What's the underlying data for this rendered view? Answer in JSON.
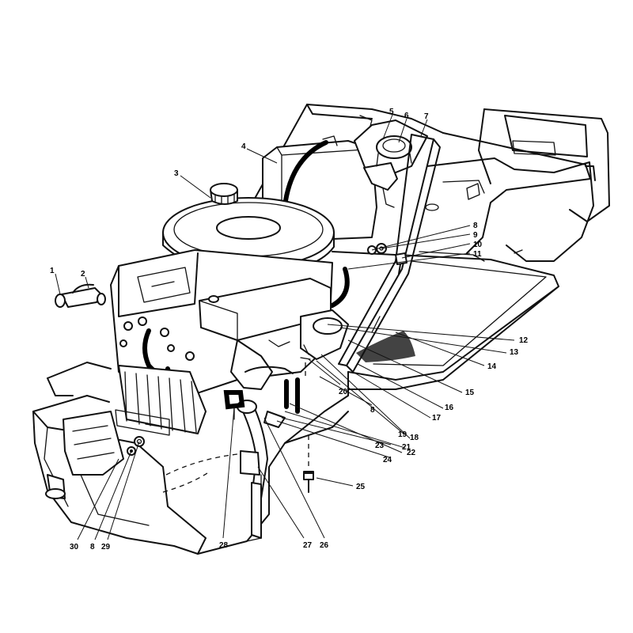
{
  "callouts": [
    {
      "id": "c1",
      "text": "1"
    },
    {
      "id": "c2",
      "text": "2"
    },
    {
      "id": "c3",
      "text": "3"
    },
    {
      "id": "c4",
      "text": "4"
    },
    {
      "id": "c5",
      "text": "5"
    },
    {
      "id": "c6",
      "text": "6"
    },
    {
      "id": "c7",
      "text": "7"
    },
    {
      "id": "c8a",
      "text": "8"
    },
    {
      "id": "c9",
      "text": "9"
    },
    {
      "id": "c10",
      "text": "10"
    },
    {
      "id": "c11",
      "text": "11"
    },
    {
      "id": "c12",
      "text": "12"
    },
    {
      "id": "c13",
      "text": "13"
    },
    {
      "id": "c14",
      "text": "14"
    },
    {
      "id": "c15",
      "text": "15"
    },
    {
      "id": "c16",
      "text": "16"
    },
    {
      "id": "c17",
      "text": "17"
    },
    {
      "id": "c18",
      "text": "18"
    },
    {
      "id": "c19",
      "text": "19"
    },
    {
      "id": "c20",
      "text": "20"
    },
    {
      "id": "c8b",
      "text": "8"
    },
    {
      "id": "c21",
      "text": "21"
    },
    {
      "id": "c22",
      "text": "22"
    },
    {
      "id": "c23",
      "text": "23"
    },
    {
      "id": "c24",
      "text": "24"
    },
    {
      "id": "c25",
      "text": "25"
    },
    {
      "id": "c26",
      "text": "26"
    },
    {
      "id": "c27",
      "text": "27"
    },
    {
      "id": "c28",
      "text": "28"
    },
    {
      "id": "c29",
      "text": "29"
    },
    {
      "id": "c8c",
      "text": "8"
    },
    {
      "id": "c30",
      "text": "30"
    }
  ]
}
